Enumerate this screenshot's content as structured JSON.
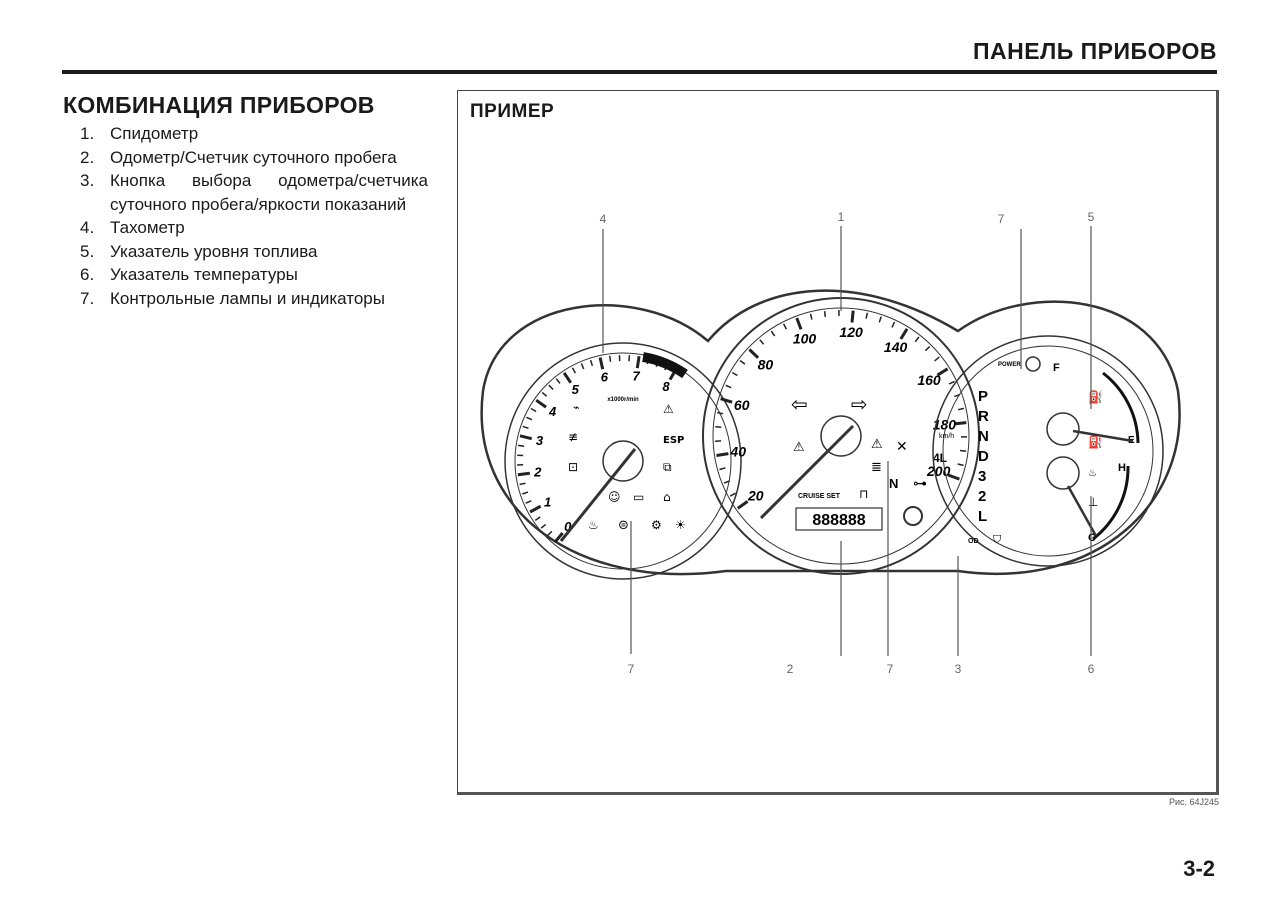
{
  "header": {
    "title": "ПАНЕЛЬ ПРИБОРОВ"
  },
  "section": {
    "title": "КОМБИНАЦИЯ ПРИБОРОВ",
    "items": [
      {
        "num": "1.",
        "text": "Спидометр"
      },
      {
        "num": "2.",
        "text": "Одометр/Счетчик суточного пробега"
      },
      {
        "num": "3.",
        "text": "Кнопка выбора одометра/счетчика суточного пробега/яркости показаний"
      },
      {
        "num": "4.",
        "text": "Тахометр"
      },
      {
        "num": "5.",
        "text": "Указатель уровня топлива"
      },
      {
        "num": "6.",
        "text": "Указатель температуры"
      },
      {
        "num": "7.",
        "text": "Контрольные лампы и индикаторы"
      }
    ]
  },
  "figure": {
    "label": "ПРИМЕР",
    "ref": "Рис. 64J245",
    "callouts": {
      "c4": "4",
      "c1": "1",
      "c7top": "7",
      "c5": "5",
      "c7left": "7",
      "c2": "2",
      "c7mid": "7",
      "c3": "3",
      "c6": "6"
    },
    "tachometer": {
      "scale": [
        "0",
        "1",
        "2",
        "3",
        "4",
        "5",
        "6",
        "7",
        "8"
      ],
      "unit": "x1000r/min"
    },
    "speedometer": {
      "scale": [
        "20",
        "40",
        "60",
        "80",
        "100",
        "120",
        "140",
        "160",
        "180",
        "200"
      ],
      "unit": "km/h",
      "odometer": "888888",
      "cruise": "CRUISE SET",
      "four_wd": "4L",
      "neutral": "N"
    },
    "right_gauge": {
      "power": "POWER",
      "gears": [
        "P",
        "R",
        "N",
        "D",
        "3",
        "2",
        "L"
      ],
      "fuel_full": "F",
      "fuel_empty": "E",
      "temp_hot": "H",
      "temp_cold": "C",
      "od": "OD"
    }
  },
  "page": {
    "number": "3-2"
  }
}
